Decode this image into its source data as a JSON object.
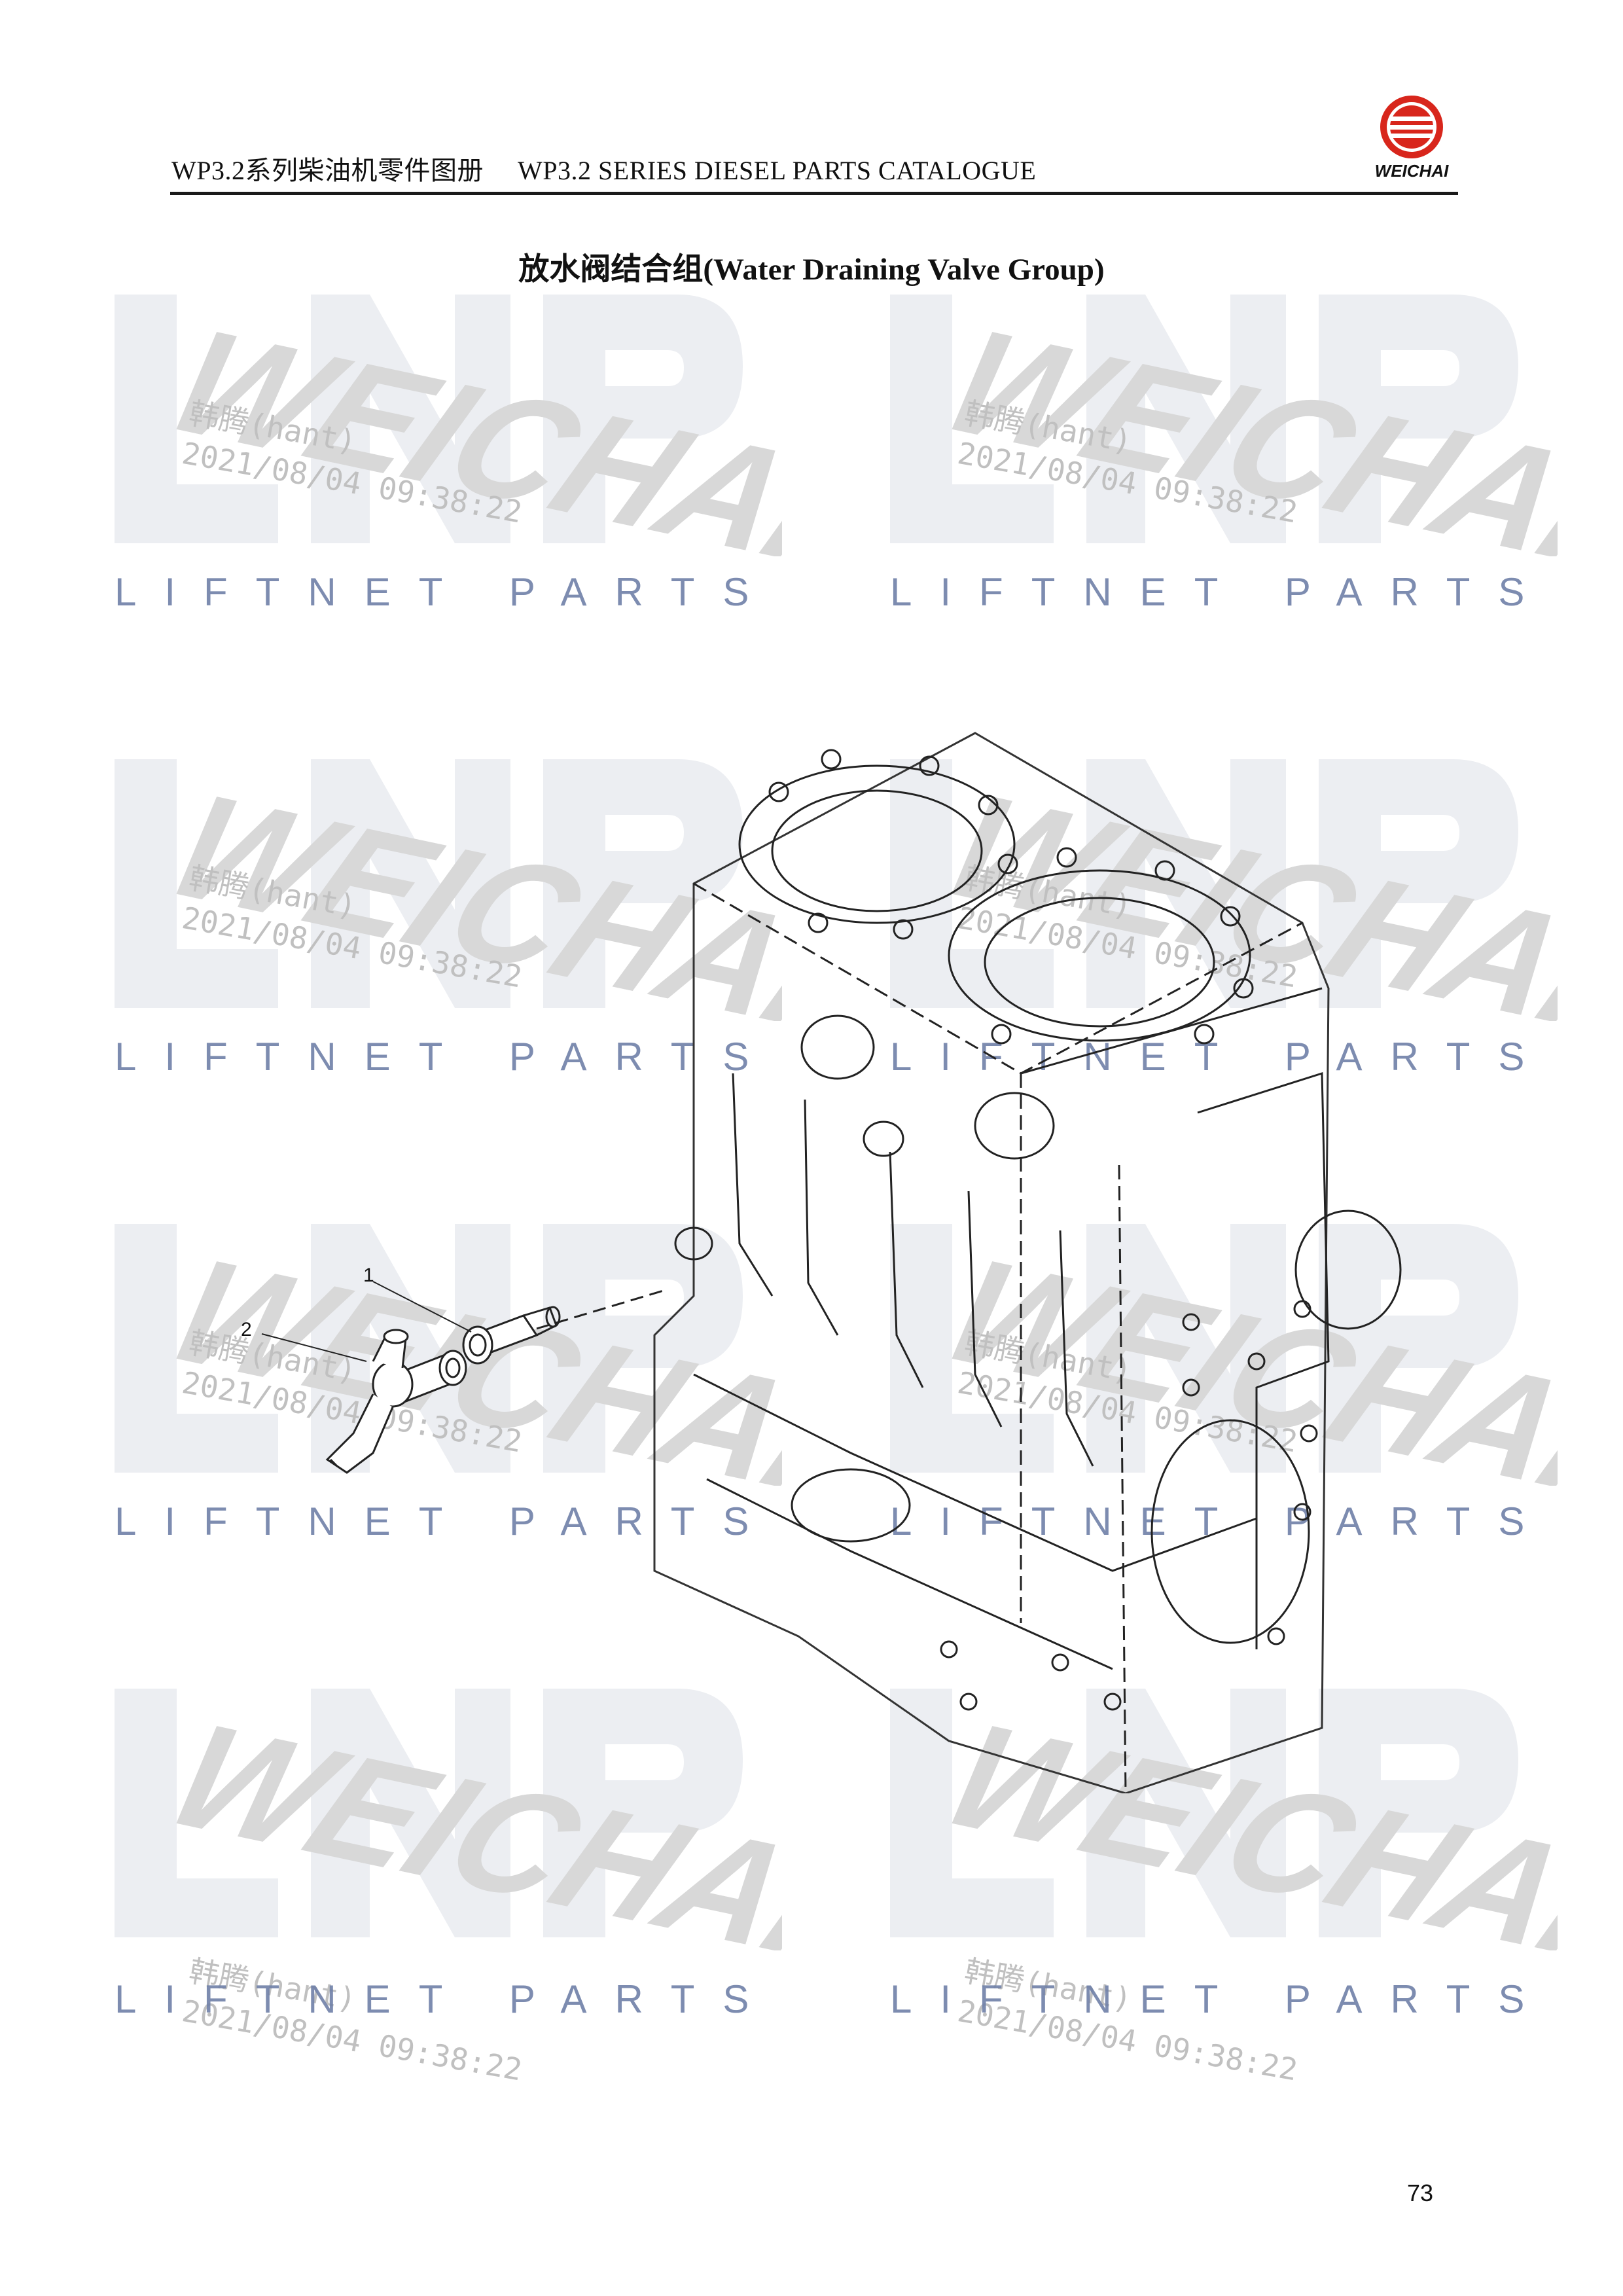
{
  "header": {
    "title_cn": "WP3.2系列柴油机零件图册",
    "title_en": "WP3.2 SERIES DIESEL PARTS CATALOGUE",
    "logo_text": "WEICHAI",
    "logo_color": "#d8261c"
  },
  "title": "放水阀结合组(Water Draining Valve Group)",
  "watermark": {
    "brand_text": "LIFTNET PARTS",
    "user": "韩腾(hant)",
    "timestamp": "2021/08/04 09:38:22",
    "mark_text": "WEICHAI",
    "mark_letters": "LNP"
  },
  "callouts": [
    {
      "number": "1"
    },
    {
      "number": "2"
    }
  ],
  "page_number": "73"
}
